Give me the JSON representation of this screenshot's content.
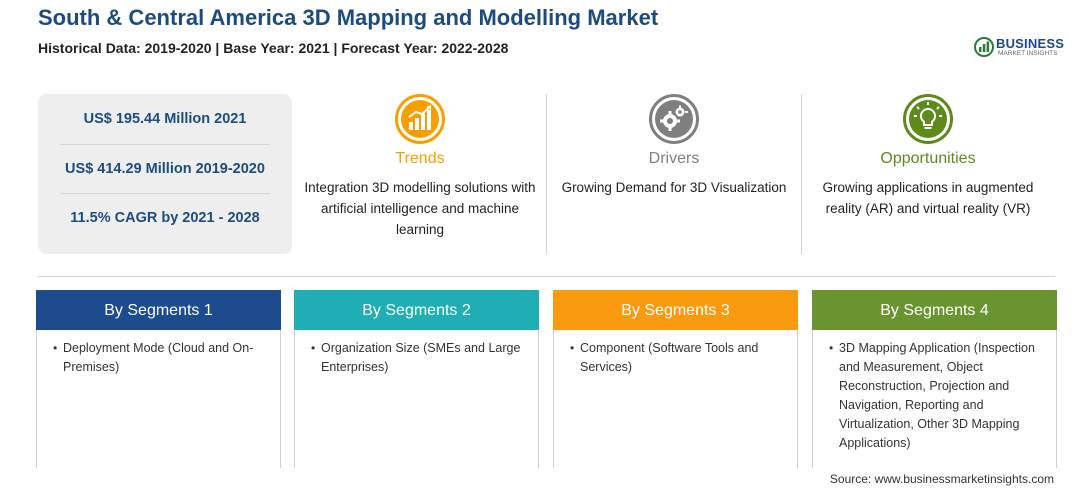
{
  "header": {
    "title": "South & Central America 3D Mapping and Modelling Market",
    "subtitle": "Historical Data: 2019-2020 | Base Year: 2021 | Forecast Year: 2022-2028"
  },
  "logo": {
    "main": "BUSINESS",
    "sub": "MARKET INSIGHTS"
  },
  "stats": [
    "US$ 195.44 Million 2021",
    "US$ 414.29 Million 2019-2020",
    "11.5% CAGR by 2021 - 2028"
  ],
  "columns": [
    {
      "heading": "Trends",
      "text": "Integration 3D modelling solutions with artificial intelligence and machine learning",
      "icon": "trend-chart-icon",
      "color": "#f5a000"
    },
    {
      "heading": "Drivers",
      "text": "Growing Demand for 3D Visualization",
      "icon": "gears-icon",
      "color": "#7f7f7f"
    },
    {
      "heading": "Opportunities",
      "text": "Growing applications in augmented reality (AR) and virtual reality (VR)",
      "icon": "lightbulb-icon",
      "color": "#5e8a1c"
    }
  ],
  "segments": [
    {
      "title": "By Segments 1",
      "item": "Deployment Mode (Cloud and On-Premises)",
      "color": "#1c4c8d"
    },
    {
      "title": "By Segments 2",
      "item": "Organization Size (SMEs and Large Enterprises)",
      "color": "#1eaeb3"
    },
    {
      "title": "By Segments 3",
      "item": "Component (Software Tools and Services)",
      "color": "#f99a0f"
    },
    {
      "title": "By Segments 4",
      "item": "3D Mapping Application (Inspection and Measurement, Object Reconstruction, Projection and Navigation, Reporting and Virtualization, Other 3D Mapping Applications)",
      "color": "#6a9430"
    }
  ],
  "source": "Source: www.businessmarketinsights.com"
}
